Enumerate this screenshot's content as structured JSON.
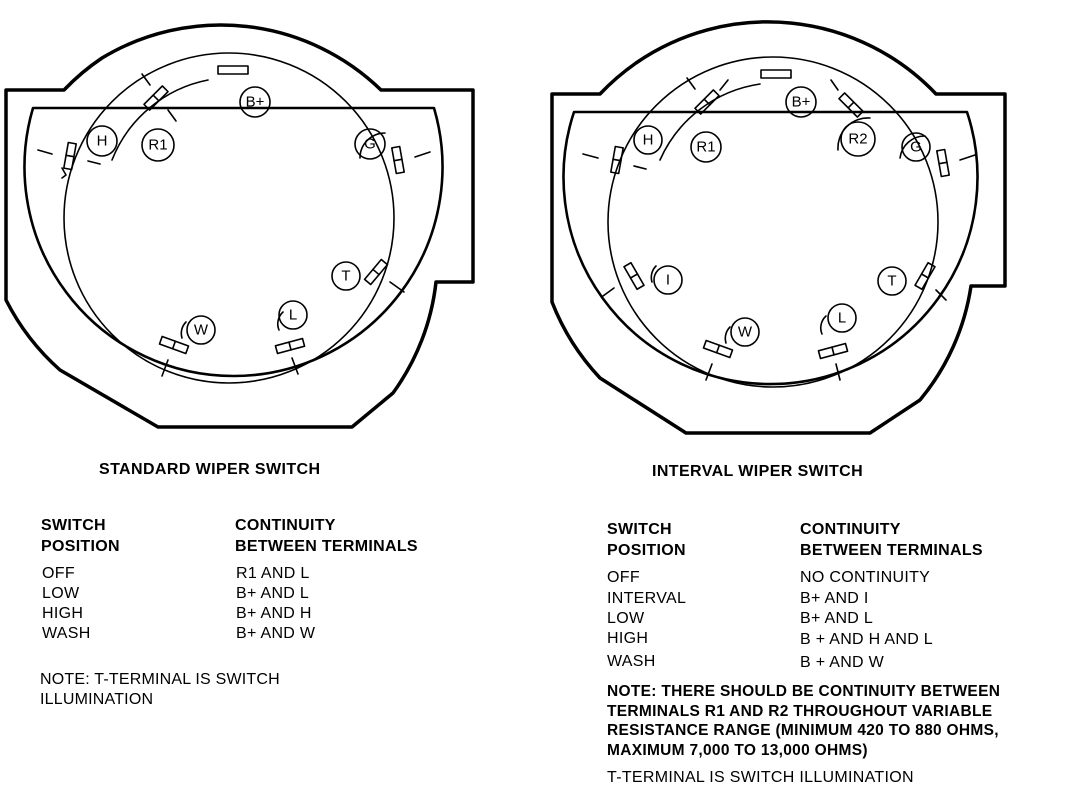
{
  "standard": {
    "title": "STANDARD WIPER SWITCH",
    "terminals": {
      "Bplus": "B+",
      "H": "H",
      "R1": "R1",
      "G": "G",
      "T": "T",
      "W": "W",
      "L": "L"
    },
    "col_position": [
      "SWITCH",
      "POSITION"
    ],
    "col_continuity": [
      "CONTINUITY",
      "BETWEEN TERMINALS"
    ],
    "rows": [
      {
        "position": "OFF",
        "continuity": "R1 AND L"
      },
      {
        "position": "LOW",
        "continuity": "B+ AND L"
      },
      {
        "position": "HIGH",
        "continuity": "B+ AND H"
      },
      {
        "position": "WASH",
        "continuity": "B+ AND W"
      }
    ],
    "note": [
      "NOTE: T-TERMINAL IS SWITCH",
      "ILLUMINATION"
    ]
  },
  "interval": {
    "title": "INTERVAL WIPER SWITCH",
    "terminals": {
      "Bplus": "B+",
      "H": "H",
      "R1": "R1",
      "R2": "R2",
      "G": "G",
      "I": "I",
      "T": "T",
      "W": "W",
      "L": "L"
    },
    "col_position": [
      "SWITCH",
      "POSITION"
    ],
    "col_continuity": [
      "CONTINUITY",
      "BETWEEN TERMINALS"
    ],
    "rows": [
      {
        "position": "OFF",
        "continuity": "NO CONTINUITY"
      },
      {
        "position": "INTERVAL",
        "continuity": "B+ AND I"
      },
      {
        "position": "LOW",
        "continuity": "B+ AND L"
      },
      {
        "position": "HIGH",
        "continuity": "B + AND H AND L"
      },
      {
        "position": "WASH",
        "continuity": "B + AND W"
      }
    ],
    "note": [
      "NOTE: THERE SHOULD BE CONTINUITY BETWEEN",
      "TERMINALS R1 AND R2 THROUGHOUT VARIABLE",
      "RESISTANCE RANGE (MINIMUM 420 TO 880 OHMS,",
      "MAXIMUM 7,000 TO 13,000 OHMS)"
    ],
    "note2": "T-TERMINAL IS SWITCH ILLUMINATION"
  }
}
